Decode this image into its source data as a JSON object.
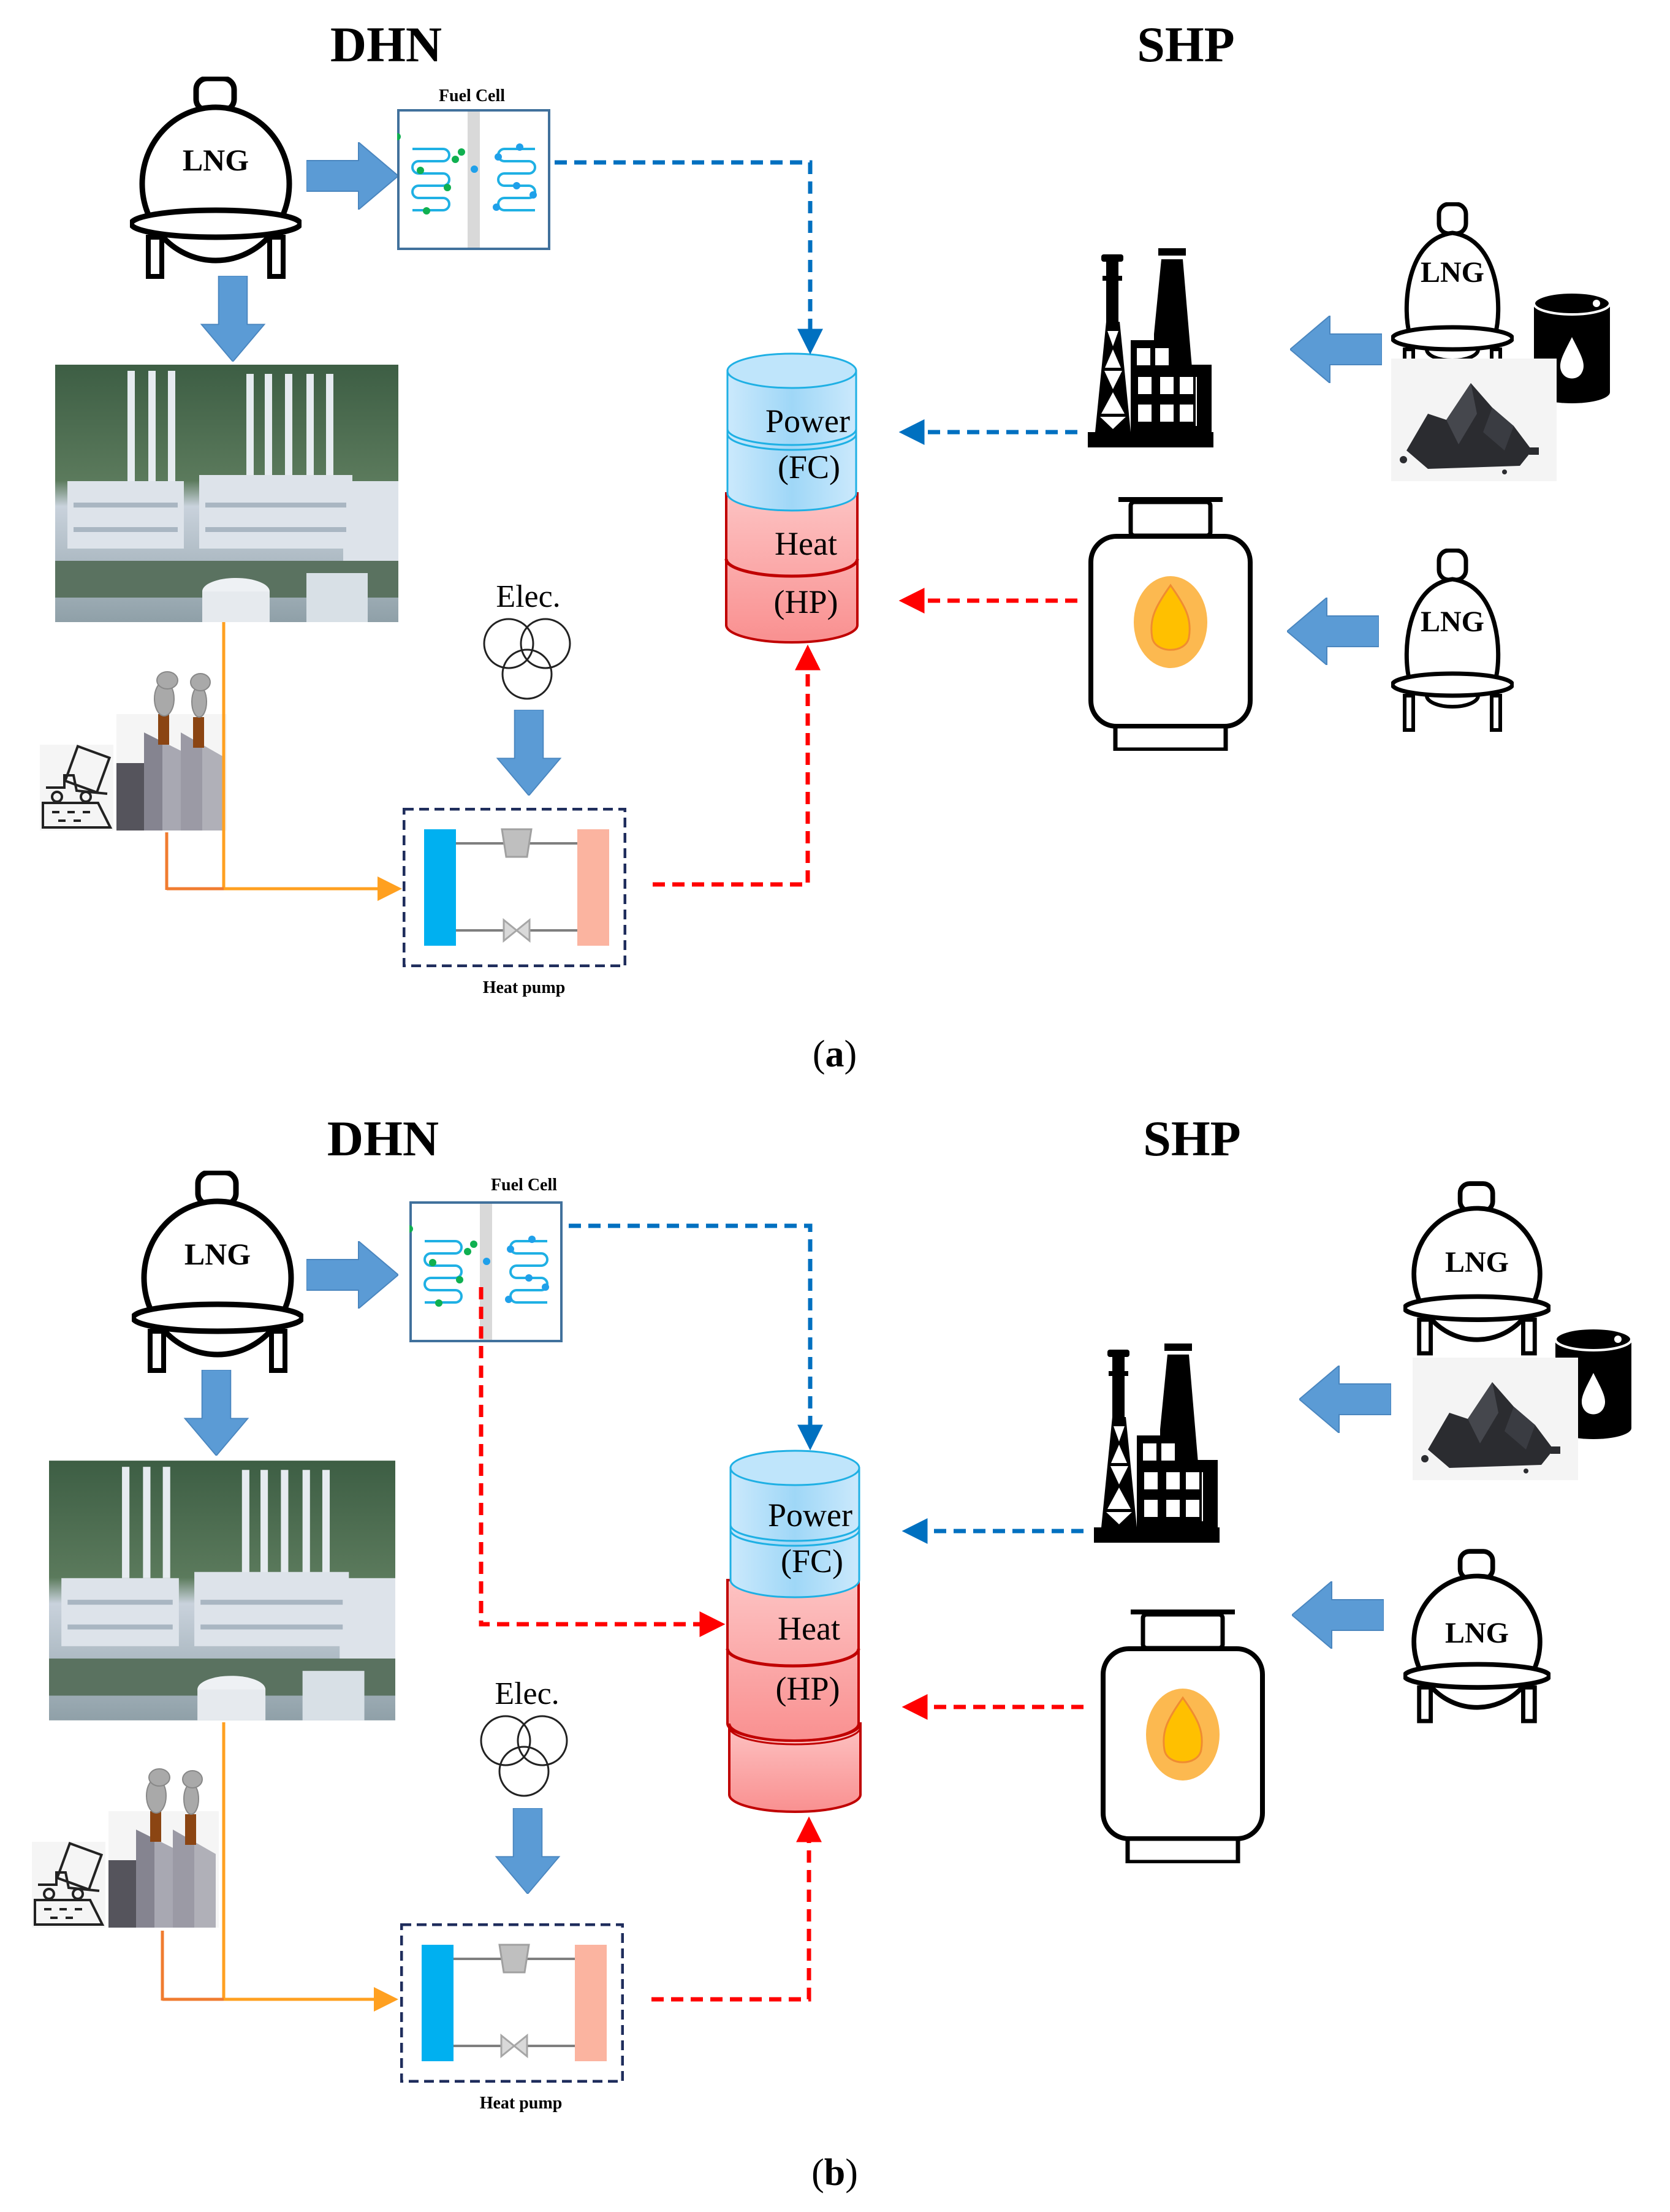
{
  "figure": {
    "panels": [
      {
        "id": "a",
        "caption_letter": "a",
        "left_title": "DHN",
        "right_title": "SHP",
        "fuel_cell_label": "Fuel Cell",
        "heat_pump_label": "Heat pump",
        "elec_label": "Elec.",
        "storage": {
          "power_label": "Power",
          "power_sub": "(FC)",
          "heat_label": "Heat",
          "heat_sub": "(HP)",
          "extra_heat_section": false
        },
        "lng_labels": [
          "LNG",
          "LNG",
          "LNG"
        ],
        "fuel_cell_heat_to_storage": false
      },
      {
        "id": "b",
        "caption_letter": "b",
        "left_title": "DHN",
        "right_title": "SHP",
        "fuel_cell_label": "Fuel Cell",
        "heat_pump_label": "Heat pump",
        "elec_label": "Elec.",
        "storage": {
          "power_label": "Power",
          "power_sub": "(FC)",
          "heat_label": "Heat",
          "heat_sub": "(HP)",
          "extra_heat_section": true
        },
        "lng_labels": [
          "LNG",
          "LNG",
          "LNG"
        ],
        "fuel_cell_heat_to_storage": true
      }
    ],
    "colors": {
      "power_flow": "#0070c0",
      "heat_flow": "#ff0000",
      "waste_heat_flow": "#ffa020",
      "block_arrow": "#5b9bd5",
      "power_storage_fill": "#bde3fa",
      "heat_storage_fill": "#fca4a4",
      "evaporator": "#00b0f0",
      "condenser": "#fbb4a0",
      "heat_pump_border": "#1f2d5c"
    },
    "icons": [
      "lng-tank-icon",
      "fuel-cell-icon",
      "power-plant-photo",
      "incinerator-factory-icon",
      "garbage-truck-icon",
      "transformer-icon",
      "heat-pump-icon",
      "storage-tank-icon",
      "thermal-power-plant-icon",
      "oil-barrel-icon",
      "coal-icon",
      "gas-boiler-icon"
    ]
  }
}
